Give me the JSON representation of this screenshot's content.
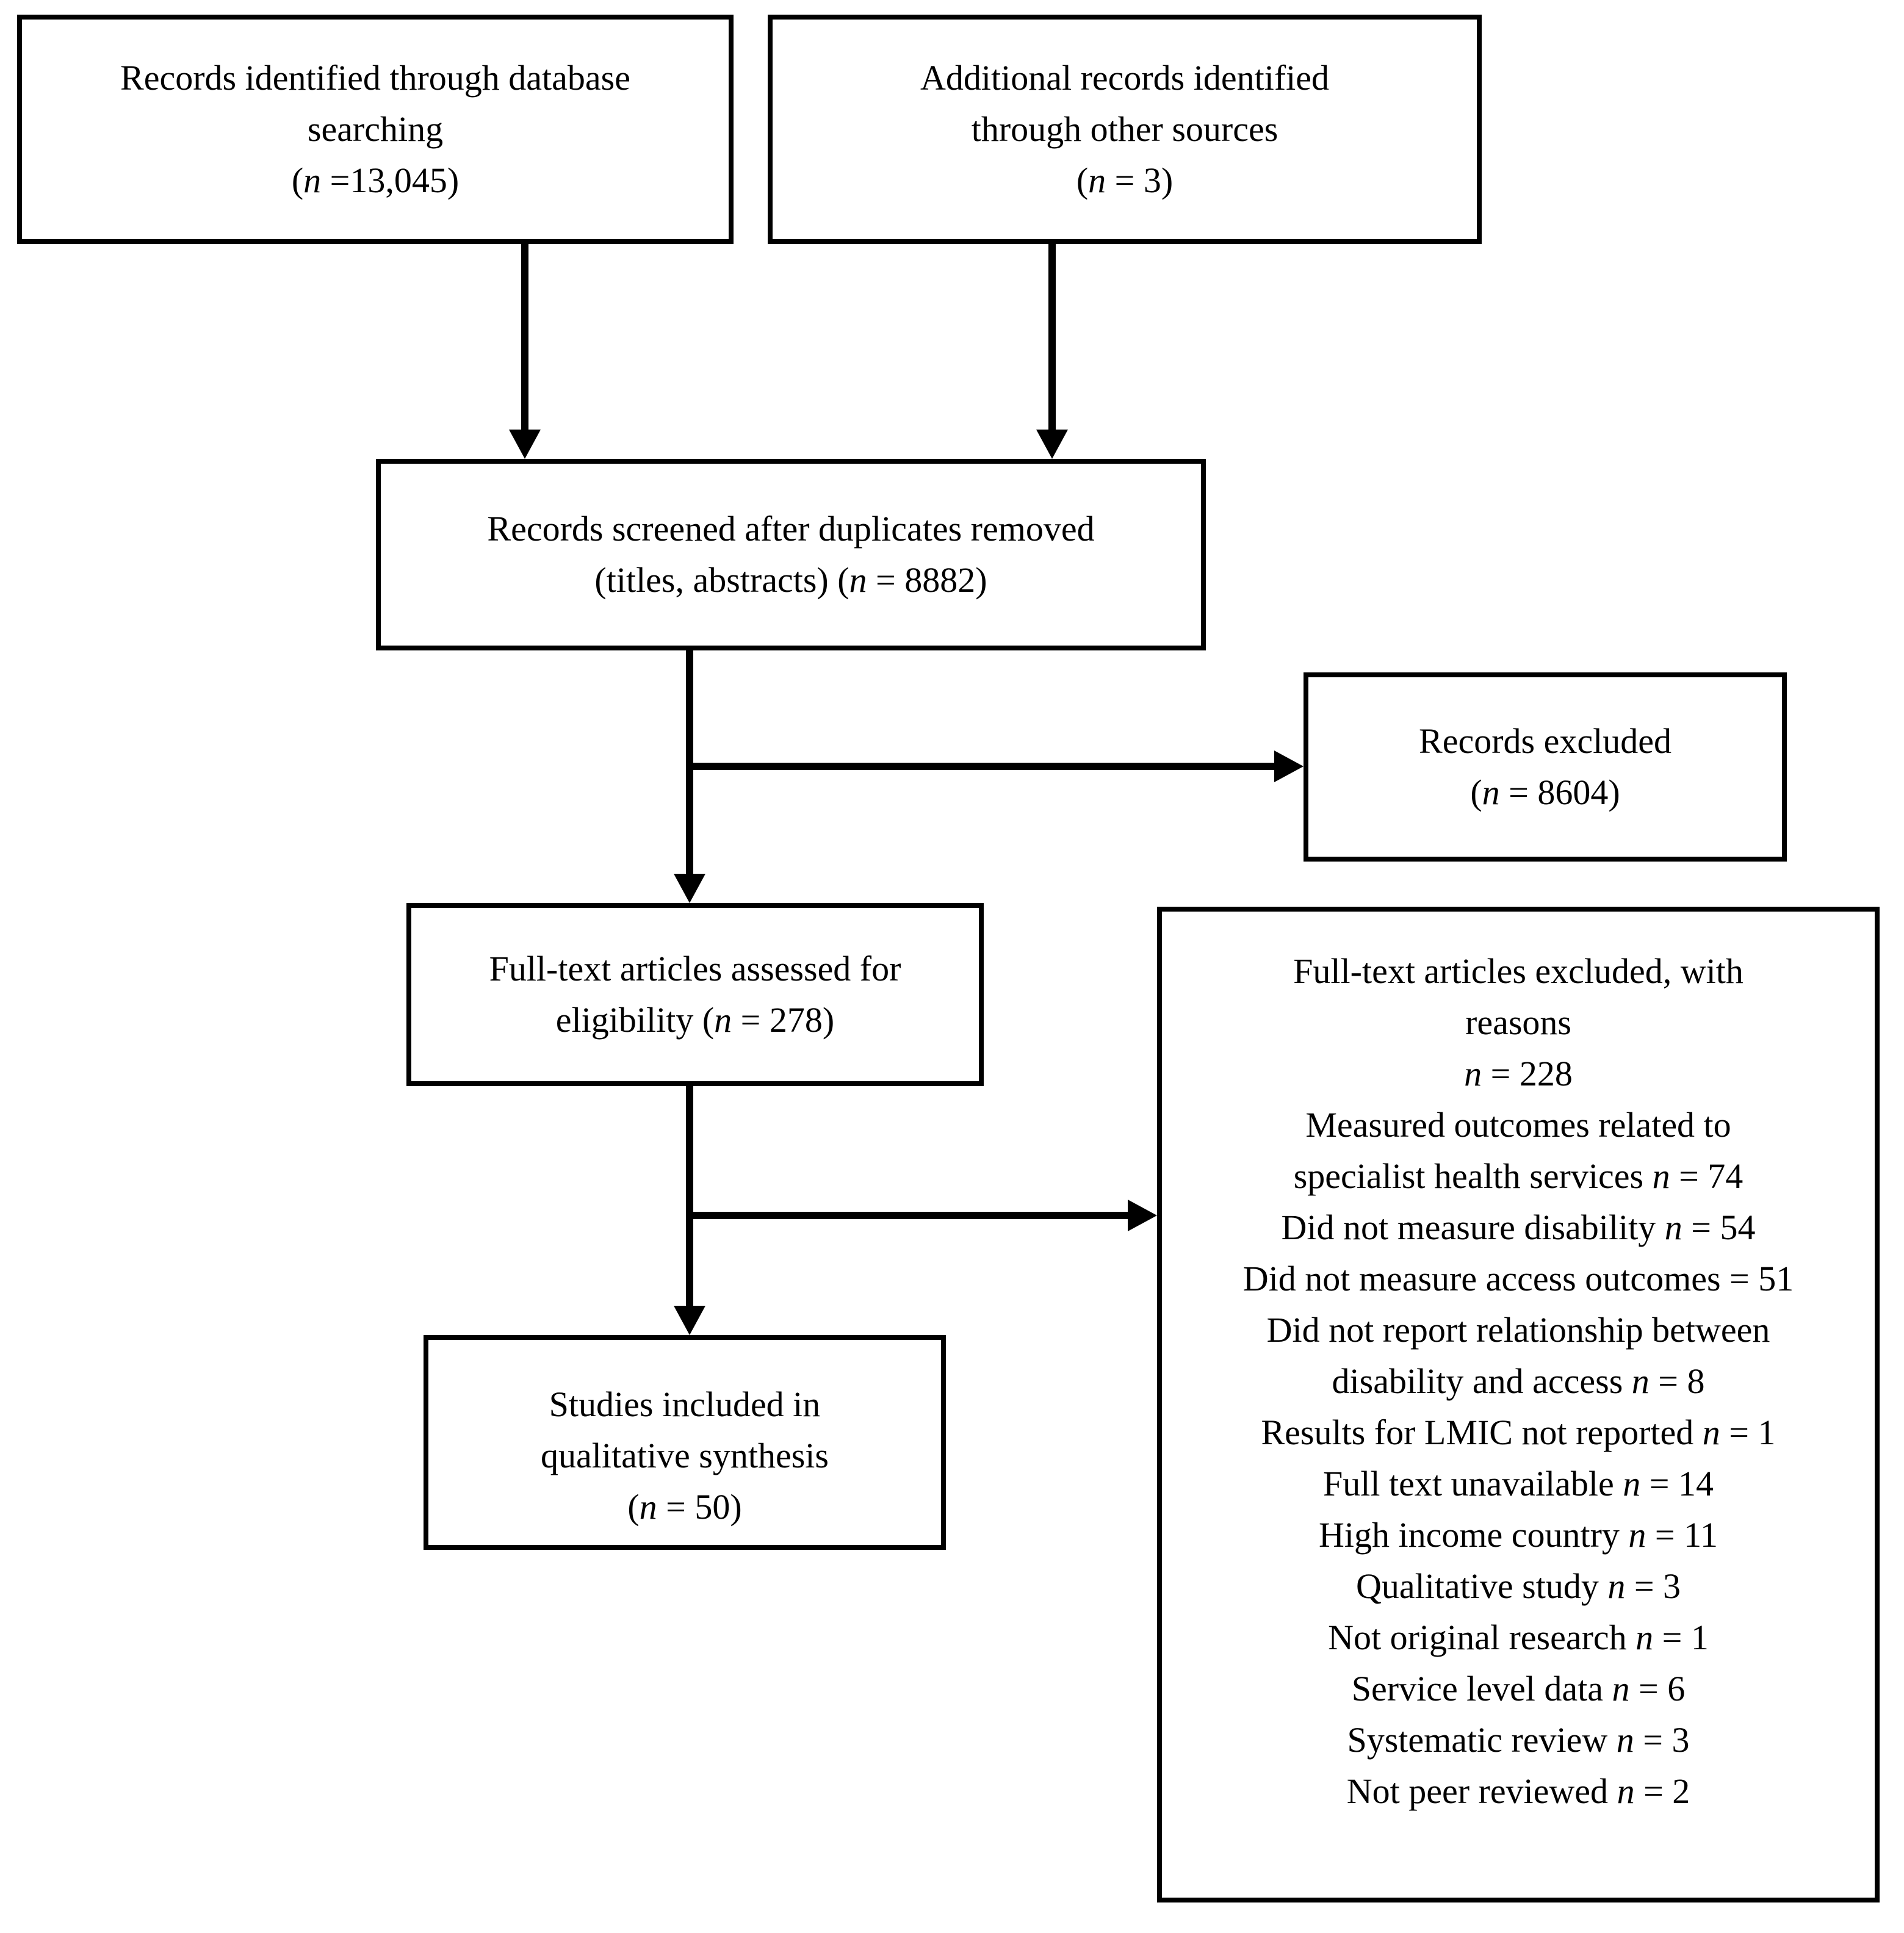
{
  "figure": {
    "type": "prisma-flow-diagram",
    "colors": {
      "background": "#ffffff",
      "box_border": "#000000",
      "box_background": "#ffffff",
      "text": "#000000",
      "arrow": "#000000"
    }
  },
  "boxes": {
    "identified_database": {
      "lines": [
        "Records identified through database",
        "searching",
        "(*n* =13,045)"
      ]
    },
    "identified_other": {
      "lines": [
        "Additional records identified",
        "through other sources",
        "(*n* = 3)"
      ]
    },
    "screened": {
      "lines": [
        "Records screened after duplicates removed",
        "(titles, abstracts) (*n* = 8882)"
      ]
    },
    "records_excluded": {
      "lines": [
        "Records excluded",
        "(*n* = 8604)"
      ]
    },
    "fulltext_assessed": {
      "lines": [
        "Full-text articles assessed for",
        "eligibility (*n* = 278)"
      ]
    },
    "fulltext_excluded": {
      "lines": [
        "Full-text articles excluded, with",
        "reasons",
        "*n* = 228",
        "Measured outcomes related to",
        "specialist health services *n* = 74",
        "Did not measure disability *n* = 54",
        "Did not measure access outcomes = 51",
        "Did not report relationship between",
        "disability and access *n* = 8",
        "Results for LMIC not reported *n* = 1",
        "Full text unavailable *n* = 14",
        "High income country *n* = 11",
        "Qualitative study *n* = 3",
        "Not original research *n* = 1",
        "Service level data *n* = 6",
        "Systematic review *n* = 3",
        "Not peer reviewed *n* = 2"
      ]
    },
    "included_qualitative": {
      "lines": [
        "Studies included in",
        "qualitative synthesis",
        "(*n* = 50)"
      ]
    }
  }
}
